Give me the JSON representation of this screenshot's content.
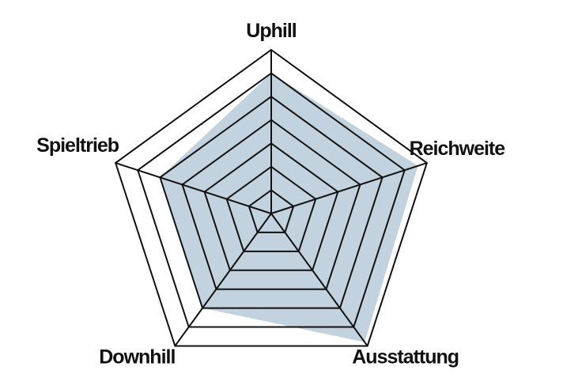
{
  "chart_data": {
    "type": "radar",
    "axes": [
      "Uphill",
      "Reichweite",
      "Ausstattung",
      "Downhill",
      "Spieltrieb"
    ],
    "levels": 7,
    "range": [
      0,
      7
    ],
    "series": [
      {
        "values": [
          6,
          6.6,
          6.8,
          5,
          5
        ]
      }
    ],
    "colors": {
      "fill": "#c3d2df",
      "grid": "#111111"
    },
    "grid": true,
    "legend": "none"
  }
}
